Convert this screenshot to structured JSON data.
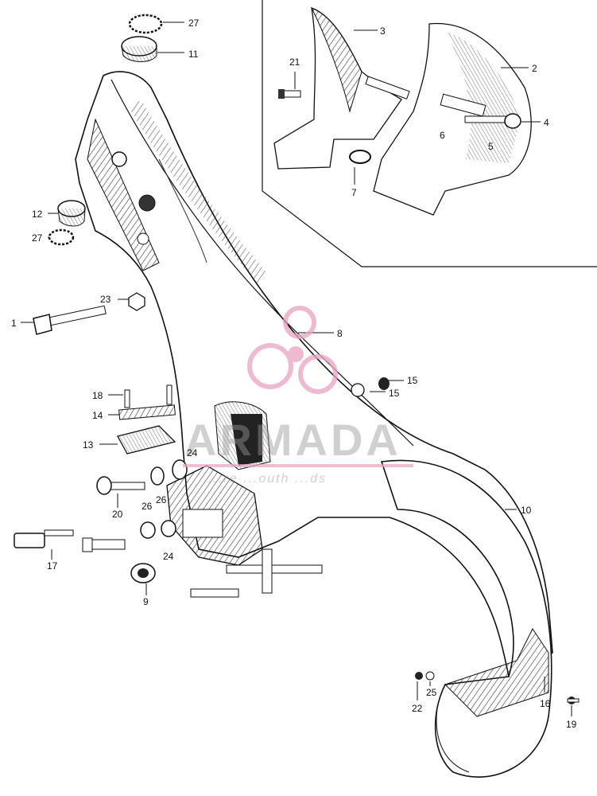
{
  "callouts": {
    "c1": "1",
    "c2": "2",
    "c3": "3",
    "c4": "4",
    "c5": "5",
    "c6": "6",
    "c7": "7",
    "c8": "8",
    "c9": "9",
    "c10": "10",
    "c11": "11",
    "c12": "12",
    "c13": "13",
    "c14": "14",
    "c15a": "15",
    "c15b": "15",
    "c16": "16",
    "c17": "17",
    "c18": "18",
    "c19": "19",
    "c20": "20",
    "c21": "21",
    "c22": "22",
    "c23": "23",
    "c24a": "24",
    "c24b": "24",
    "c25": "25",
    "c26a": "26",
    "c26b": "26",
    "c27a": "27",
    "c27b": "27"
  },
  "watermark": {
    "main": "ARMADA",
    "sub": "...re ...outh ...ds",
    "color": "#e9a3c4"
  }
}
